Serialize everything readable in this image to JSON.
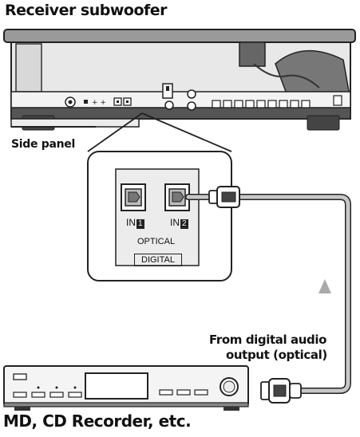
{
  "diagram": {
    "title": "Receiver subwoofer",
    "side_panel_label": "Side panel",
    "ports": {
      "in1": {
        "text": "IN",
        "num": "1"
      },
      "in2": {
        "text": "IN",
        "num": "2"
      }
    },
    "optical_label": "OPTICAL",
    "digital_label": "DIGITAL",
    "source_label_line1": "From digital audio",
    "source_label_line2": "output (optical)",
    "device_label": "MD, CD Recorder, etc.",
    "colors": {
      "line": "#222222",
      "cable": "#bdbdbd",
      "arrow": "#aaaaaa",
      "panel_fill": "#e6e6e6"
    }
  }
}
